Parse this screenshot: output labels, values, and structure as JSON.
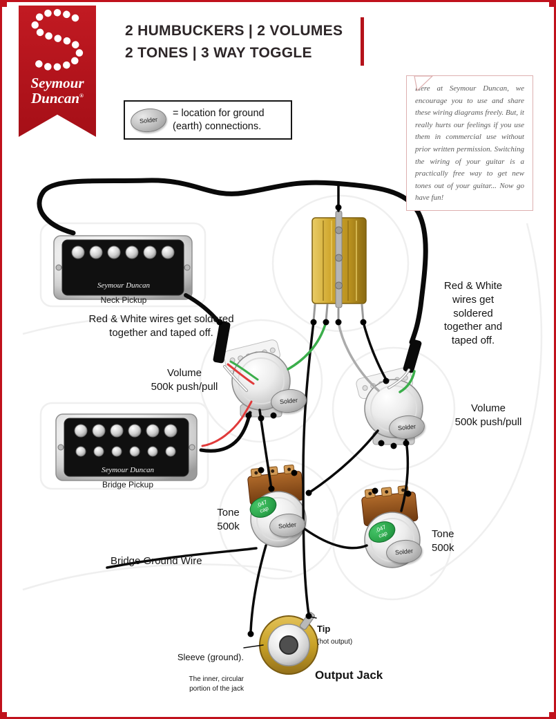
{
  "logo": {
    "brand_line1": "Seymour",
    "brand_line2": "Duncan",
    "registered_mark": "®"
  },
  "header": {
    "title_line1": "2 HUMBUCKERS | 2 VOLUMES",
    "title_line2": "2 TONES | 3 WAY TOGGLE"
  },
  "legend": {
    "solder_label": "Solder",
    "text": "= location for ground\n(earth) connections."
  },
  "note": {
    "text": "Here at Seymour Duncan, we encourage you to use and share these wiring diagrams freely. But, it really hurts our feelings if you use them in commercial use without prior written permission. Switching the wiring of your guitar is a practically free way to get new tones out of your guitar... Now go have fun!"
  },
  "pickups": {
    "neck_brand": "Seymour Duncan",
    "neck_label": "Neck Pickup",
    "bridge_brand": "Seymour Duncan",
    "bridge_label": "Bridge Pickup"
  },
  "annotations": {
    "neck_tape_note": "Red & White wires get soldered\ntogether and taped off.",
    "bridge_tape_note": "Red & White\nwires get\nsoldered\ntogether and\ntaped off.",
    "volume_left": "Volume\n500k push/pull",
    "volume_right": "Volume\n500k push/pull",
    "tone_left": "Tone\n500k",
    "tone_right": "Tone\n500k",
    "bridge_ground_wire": "Bridge Ground Wire",
    "tip_label": "Tip",
    "tip_sub": "(hot output)",
    "sleeve_label": "Sleeve (ground).",
    "sleeve_sub": "The inner, circular\nportion of the jack",
    "output_jack": "Output Jack"
  },
  "solder": {
    "label": "Solder"
  },
  "capacitor": {
    "label": ".047\ncap"
  },
  "colors": {
    "brand_red": "#b5121b",
    "wire_black": "#0a0a0a",
    "wire_red": "#e03a3a",
    "wire_green": "#3bae4b",
    "wire_white": "#ffffff",
    "wire_gray": "#ababab",
    "toggle_gold": "#c9a227",
    "cap_green": "#2ba44a"
  }
}
